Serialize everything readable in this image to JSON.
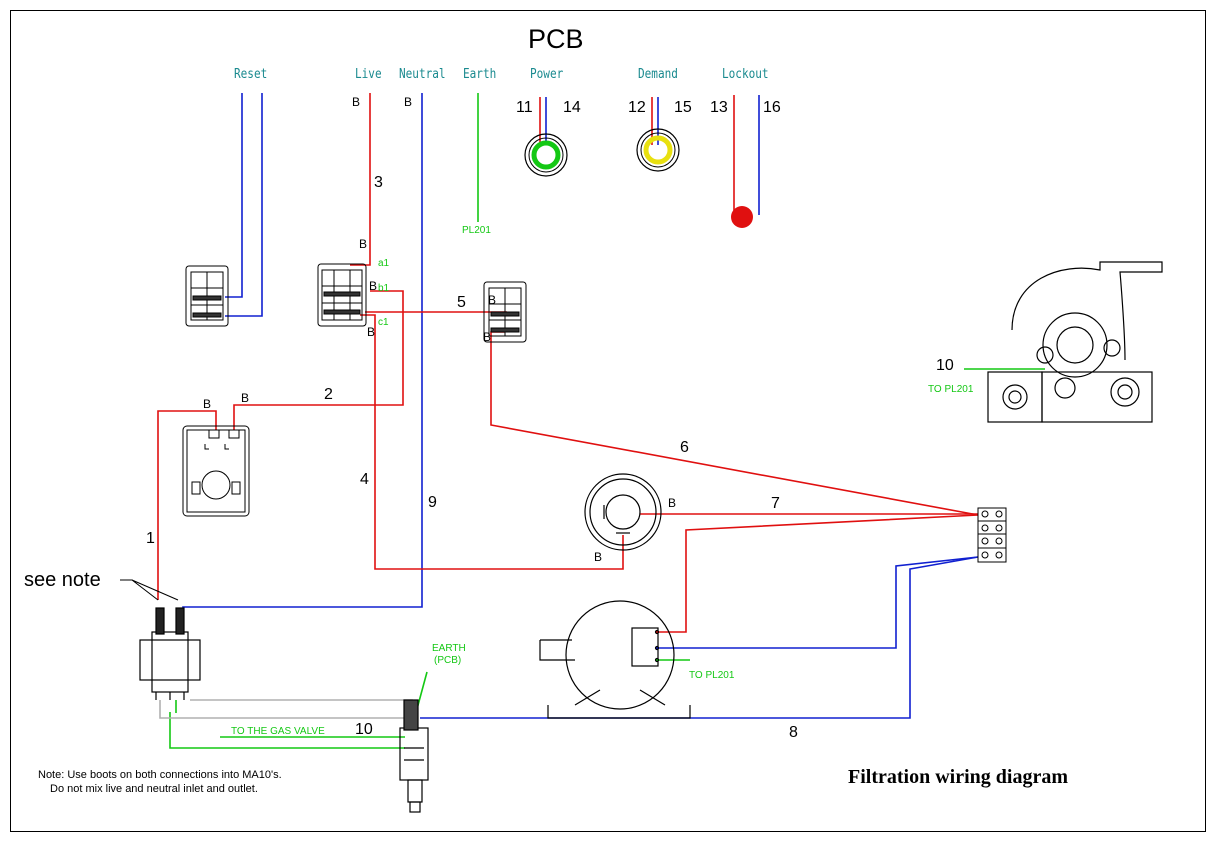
{
  "title": "PCB",
  "pcb_labels": {
    "reset": "Reset",
    "live": "Live",
    "neutral": "Neutral",
    "earth": "Earth",
    "power": "Power",
    "demand": "Demand",
    "lockout": "Lockout"
  },
  "pin_numbers": {
    "p11": "11",
    "p14": "14",
    "p12": "12",
    "p15": "15",
    "p13": "13",
    "p16": "16"
  },
  "terminal_b": "B",
  "wire_numbers": {
    "w1": "1",
    "w2": "2",
    "w3": "3",
    "w4": "4",
    "w5": "5",
    "w6": "6",
    "w7": "7",
    "w8": "8",
    "w9": "9",
    "w10a": "10",
    "w10b": "10"
  },
  "switch_contacts": {
    "a1": "a1",
    "b1": "b1",
    "c1": "c1"
  },
  "green_labels": {
    "pl201": "PL201",
    "to_pl201_burner": "TO PL201",
    "to_pl201_motor": "TO PL201",
    "earth_pcb_line1": "EARTH",
    "earth_pcb_line2": "(PCB)",
    "to_gas_valve": "TO THE GAS VALVE"
  },
  "see_note": "see note",
  "note_line1": "Note: Use boots on both connections into MA10's.",
  "note_line2": "Do not mix live and neutral inlet and outlet.",
  "diagram_title": "Filtration wiring diagram",
  "colors": {
    "live": "#e01010",
    "neutral": "#1020d0",
    "earth": "#14c814",
    "lamp_power": "#14c814",
    "lamp_demand": "#e8e010",
    "lockout": "#e01010"
  }
}
